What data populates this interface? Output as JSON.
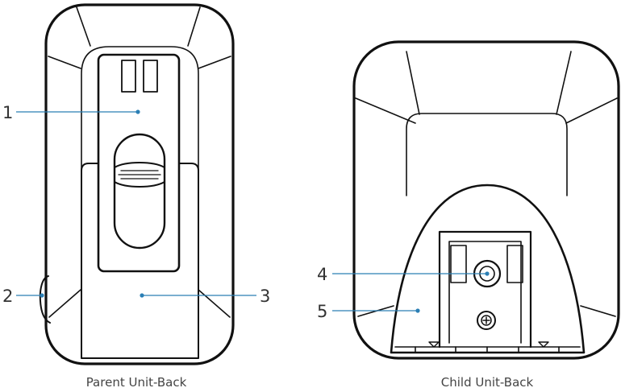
{
  "captions": {
    "parent": "Parent Unit-Back",
    "child": "Child Unit-Back"
  },
  "callouts": [
    {
      "number": "1"
    },
    {
      "number": "2"
    },
    {
      "number": "3"
    },
    {
      "number": "4"
    },
    {
      "number": "5"
    }
  ],
  "colors": {
    "outline": "#111111",
    "leader_line": "#2b7fb5",
    "text": "#333333"
  }
}
